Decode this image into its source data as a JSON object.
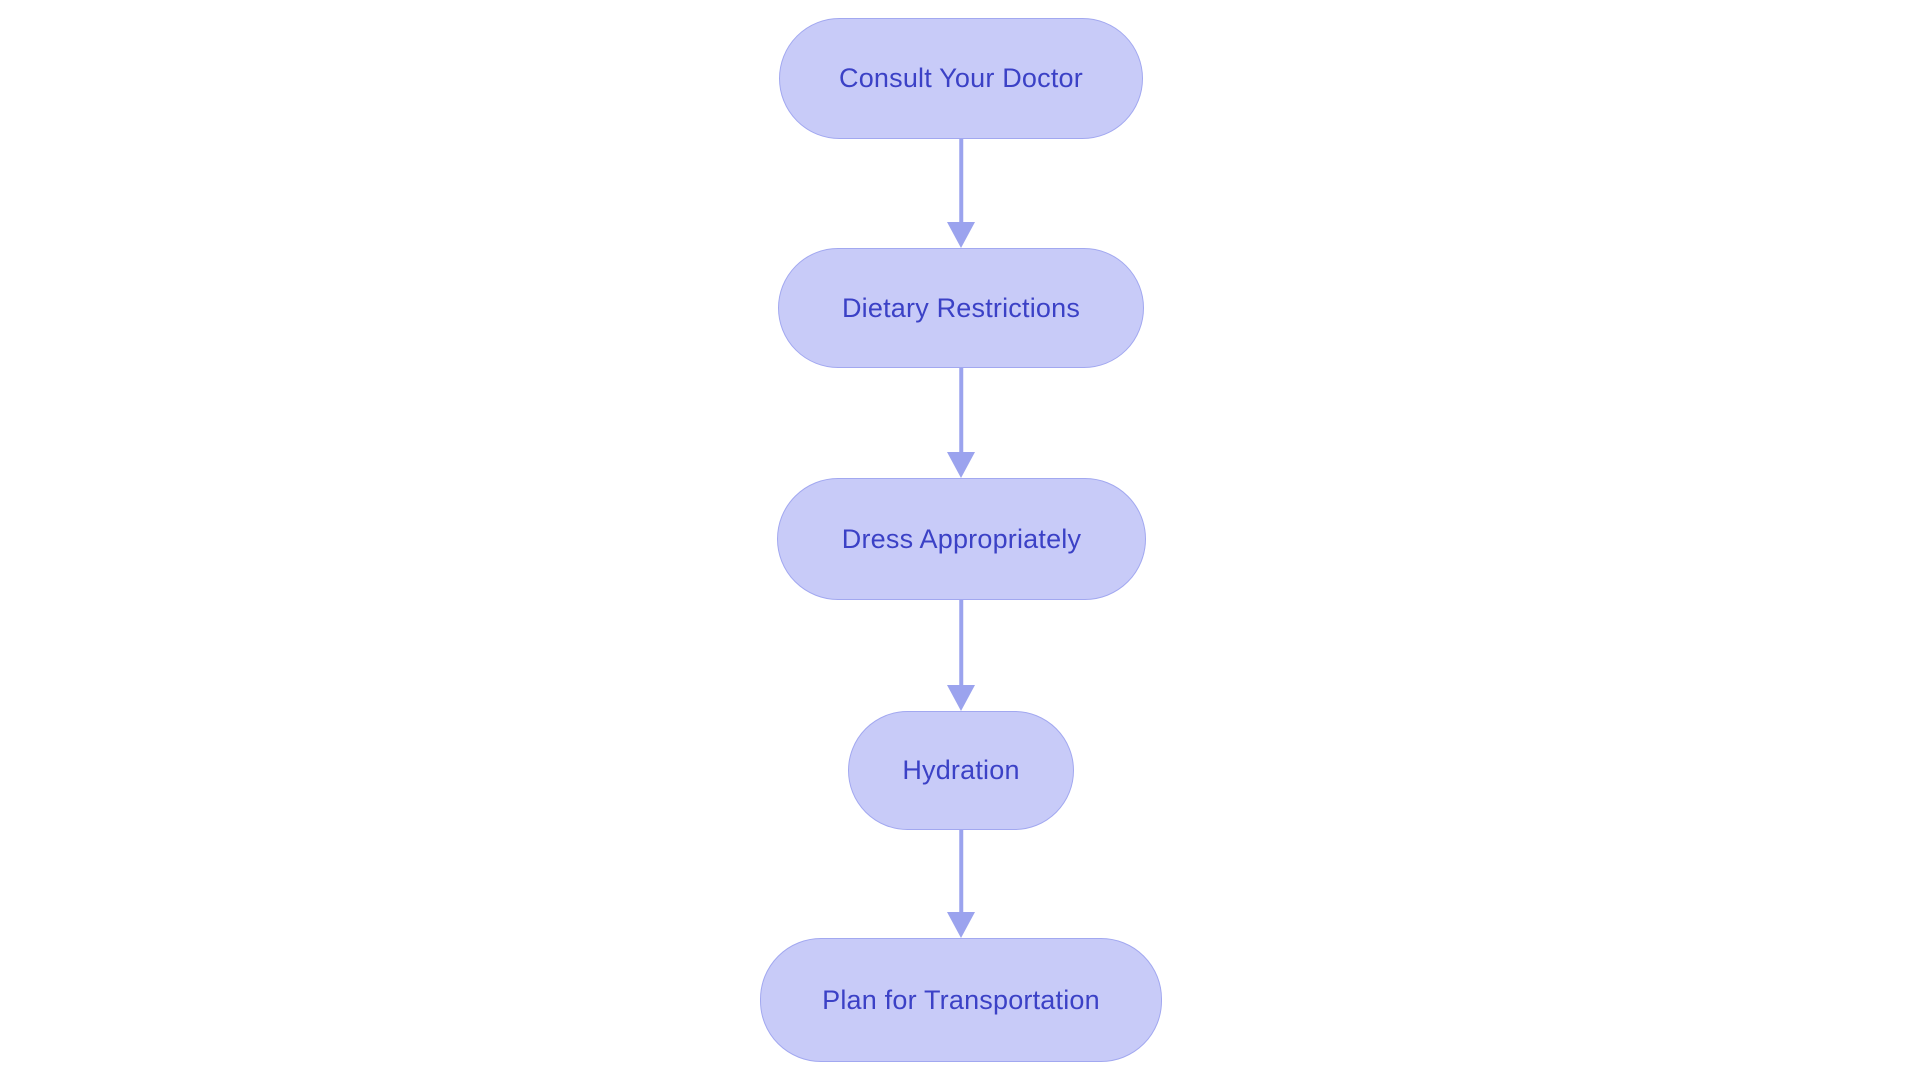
{
  "diagram": {
    "type": "flowchart",
    "direction": "top-down",
    "colors": {
      "background": "#ffffff",
      "node_fill": "#c8cbf8",
      "node_border": "#a2a8f0",
      "node_text": "#3b41c6",
      "arrow": "#9ba3ee"
    },
    "nodes": [
      {
        "id": "consult-your-doctor",
        "label": "Consult Your Doctor"
      },
      {
        "id": "dietary-restrictions",
        "label": "Dietary Restrictions"
      },
      {
        "id": "dress-appropriately",
        "label": "Dress Appropriately"
      },
      {
        "id": "hydration",
        "label": "Hydration"
      },
      {
        "id": "plan-for-transportation",
        "label": "Plan for Transportation"
      }
    ],
    "connections": [
      {
        "from": "Consult Your Doctor",
        "to": "Dietary Restrictions"
      },
      {
        "from": "Dietary Restrictions",
        "to": "Dress Appropriately"
      },
      {
        "from": "Dress Appropriately",
        "to": "Hydration"
      },
      {
        "from": "Hydration",
        "to": "Plan for Transportation"
      }
    ]
  }
}
